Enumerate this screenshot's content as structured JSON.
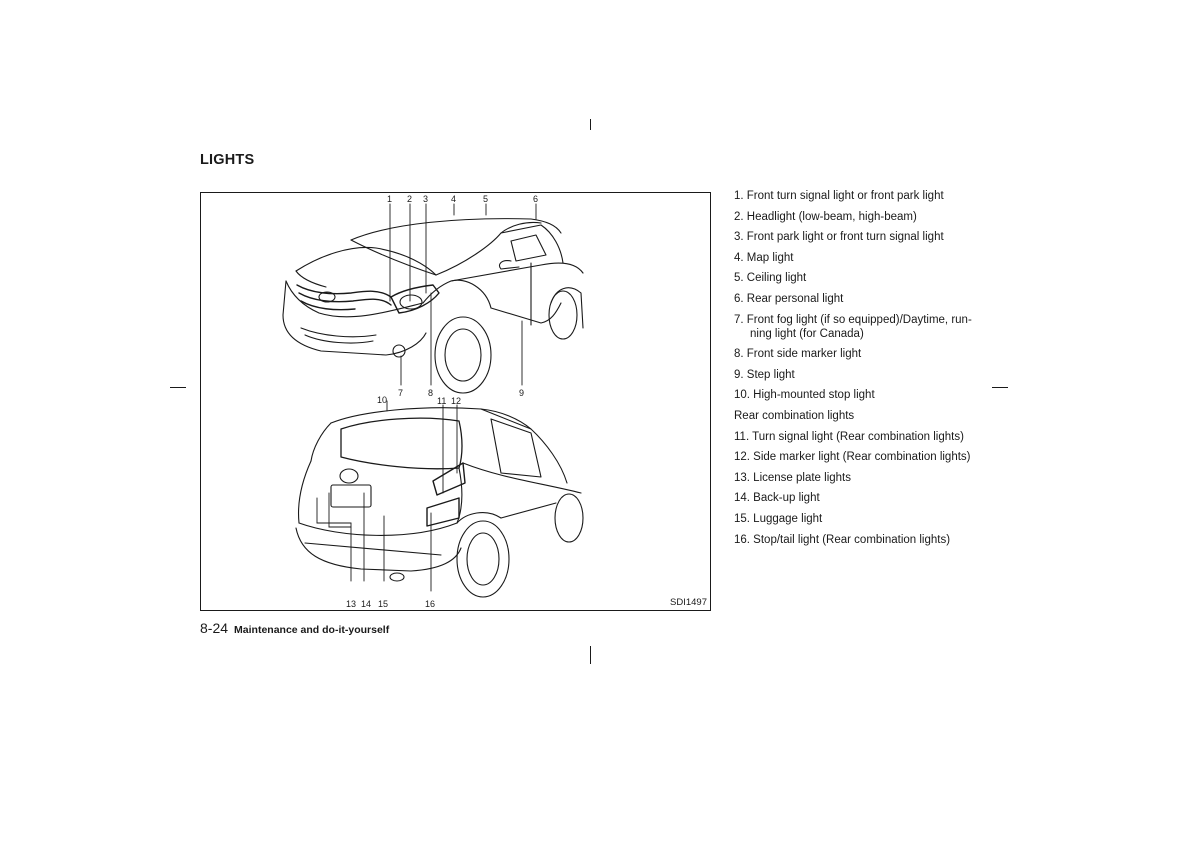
{
  "page": {
    "title": "LIGHTS",
    "footer_page": "8-24",
    "footer_section": "Maintenance and do-it-yourself"
  },
  "figure": {
    "code": "SDI1497",
    "callouts_front": [
      "1",
      "2",
      "3",
      "4",
      "5",
      "6",
      "7",
      "8",
      "9"
    ],
    "callouts_rear": [
      "10",
      "11",
      "12",
      "13",
      "14",
      "15",
      "16"
    ]
  },
  "items": [
    "1. Front turn signal light or front park light",
    "2. Headlight (low-beam, high-beam)",
    "3. Front park light or front turn signal light",
    "4. Map light",
    "5. Ceiling light",
    "6. Rear personal light",
    "7. Front fog light (if so equipped)/Daytime, run-ning light (for Canada)",
    "8. Front side marker light",
    "9. Step light",
    "10. High-mounted stop light",
    "Rear combination lights",
    "11. Turn signal light (Rear combination lights)",
    "12. Side marker light (Rear combination lights)",
    "13. License plate lights",
    "14. Back-up light",
    "15. Luggage light",
    "16. Stop/tail light (Rear combination lights)"
  ]
}
